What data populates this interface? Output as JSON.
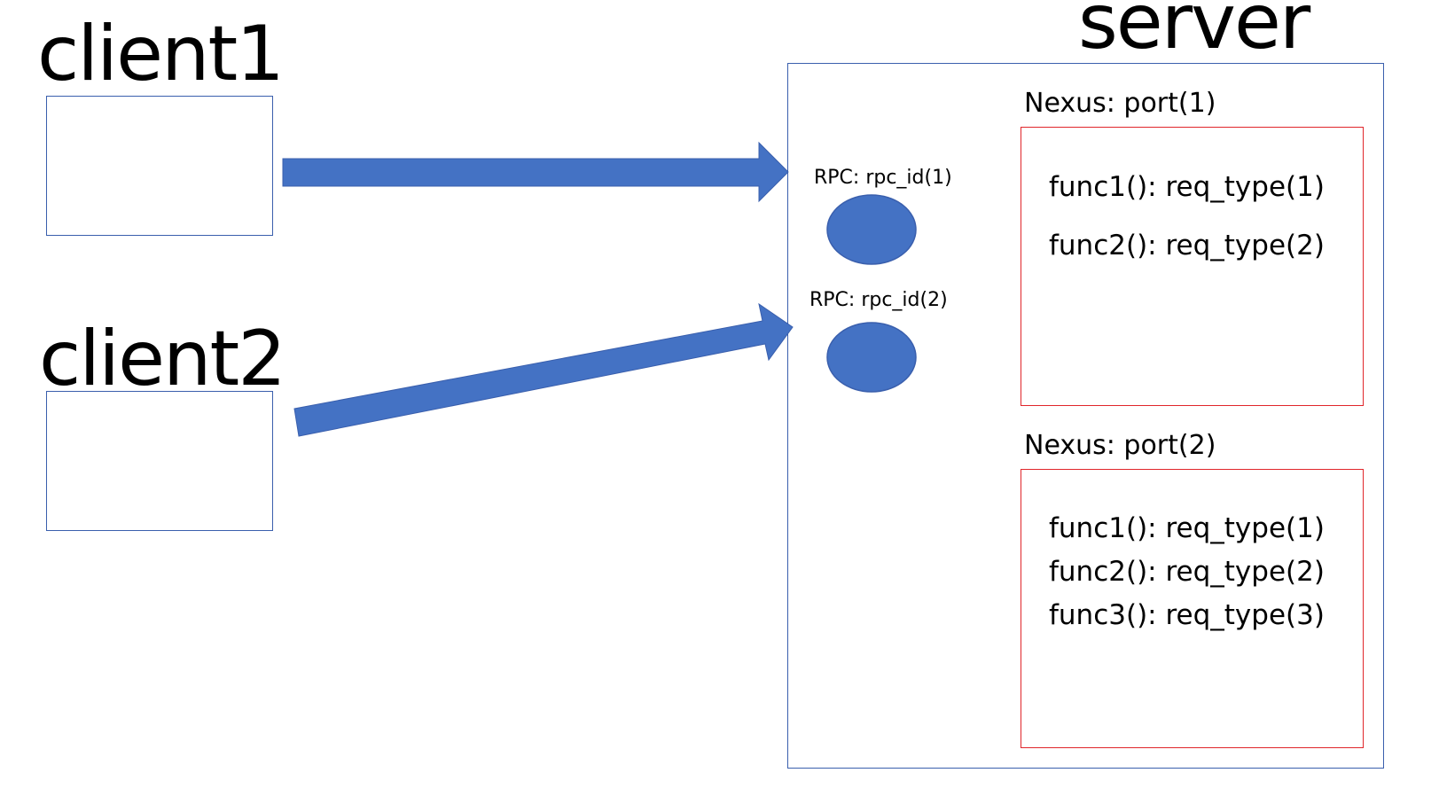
{
  "clients": [
    {
      "label": "client1"
    },
    {
      "label": "client2"
    }
  ],
  "server": {
    "label": "server",
    "rpcs": [
      {
        "label": "RPC: rpc_id(1)"
      },
      {
        "label": "RPC: rpc_id(2)"
      }
    ],
    "nexus": [
      {
        "label": "Nexus: port(1)",
        "funcs": [
          "func1(): req_type(1)",
          "func2(): req_type(2)"
        ]
      },
      {
        "label": "Nexus: port(2)",
        "funcs": [
          "func1(): req_type(1)",
          "func2(): req_type(2)",
          "func3(): req_type(3)"
        ]
      }
    ]
  },
  "colors": {
    "accent_blue": "#4472c4",
    "box_blue": "#3a5fad",
    "box_red": "#e0262b"
  }
}
